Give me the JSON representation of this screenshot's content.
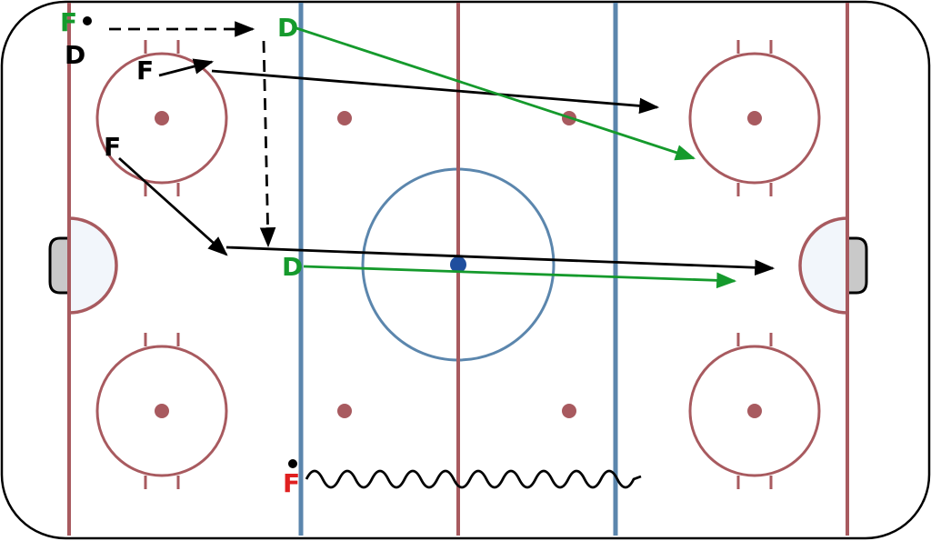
{
  "diagram": {
    "players": {
      "top_left_forward": "F",
      "top_left_defense": "D",
      "left_circle_forward_top": "F",
      "left_circle_forward_bottom": "F",
      "blue_line_defense_top": "D",
      "blue_line_defense_mid": "D",
      "bottom_forward": "F"
    },
    "colors": {
      "rink_red": "#a85a5f",
      "rink_blue": "#5b86ad",
      "offense_black": "#000000",
      "defense_green": "#159a2c",
      "highlight_red": "#e02020",
      "crease_fill": "#f2f6fb",
      "net_fill": "#c9c9c9",
      "puck_blue": "#1f4e9e"
    },
    "line_styles": {
      "pass": "dashed",
      "skate": "solid",
      "skate_with_puck": "wavy"
    }
  }
}
